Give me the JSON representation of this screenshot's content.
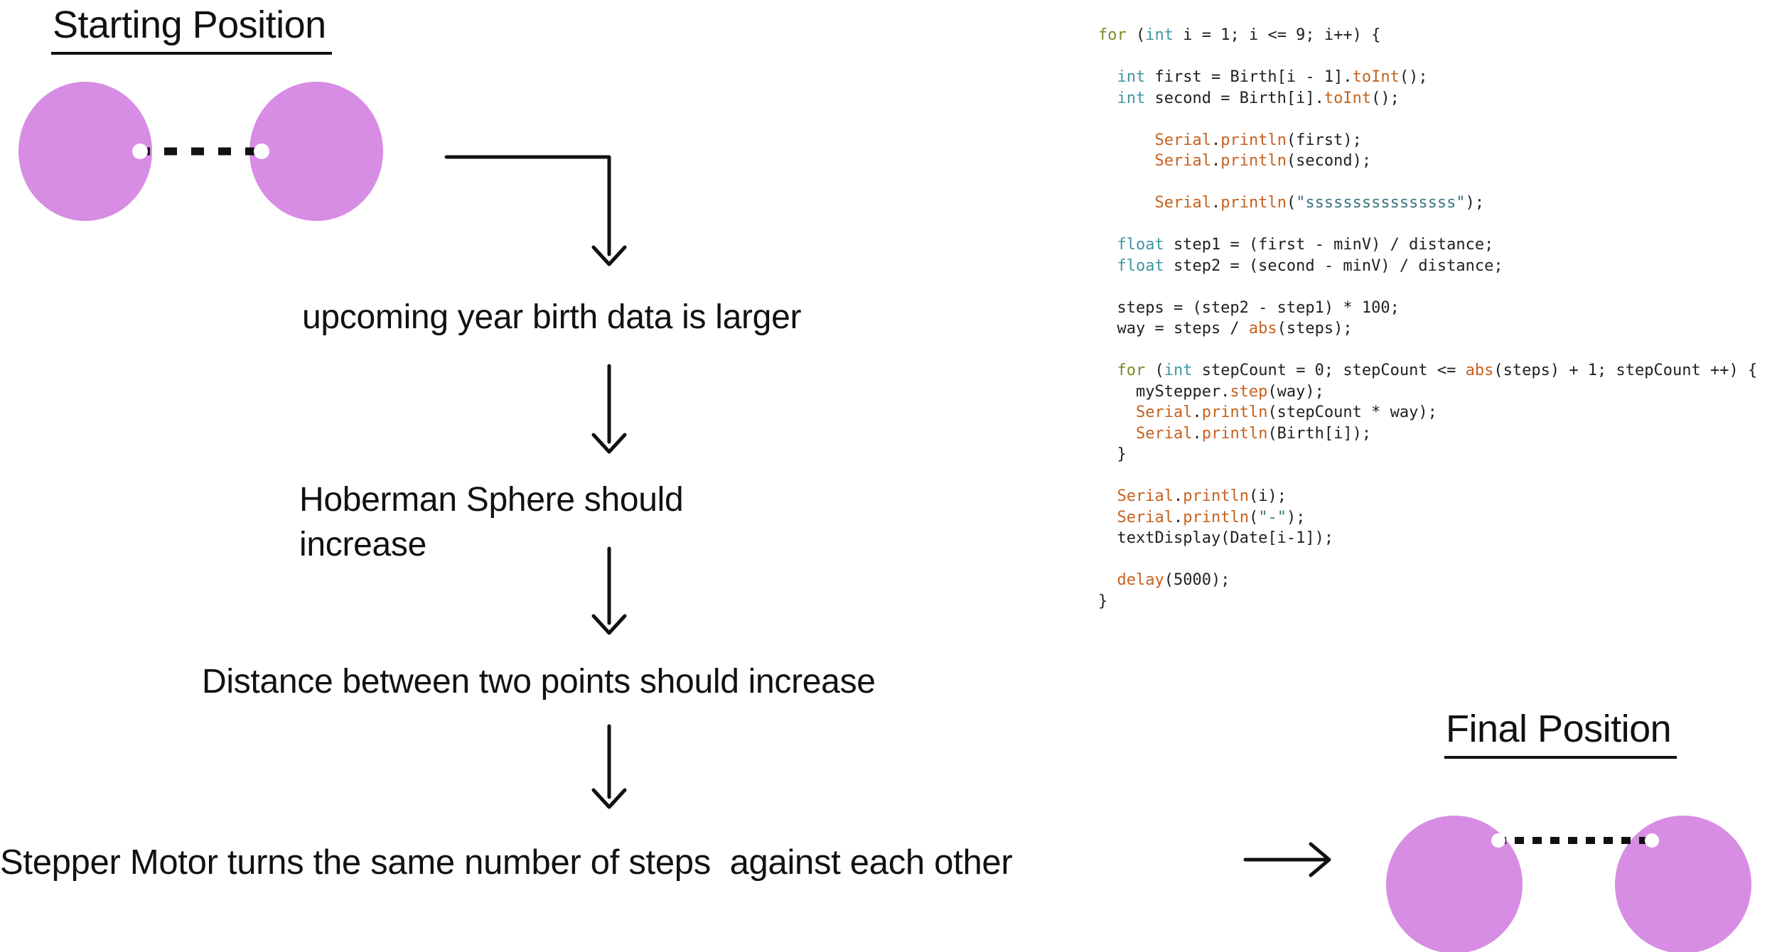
{
  "colors": {
    "sphere_fill": "#d78de3",
    "ink": "#111111",
    "code_default": "#1f1f1f",
    "code_keyword": "#7b8c22",
    "code_type": "#3f96a4",
    "code_function": "#c6611f",
    "code_string": "#39767f"
  },
  "diagram": {
    "start_title": "Starting Position",
    "final_title": "Final Position",
    "steps": [
      "upcoming year birth data is larger",
      "Hoberman Sphere should increase",
      "Distance between two points should increase",
      "Stepper Motor turns the same number of steps  against each other"
    ]
  },
  "code": {
    "lines": [
      [
        [
          "k",
          "for"
        ],
        [
          "d",
          " ("
        ],
        [
          "t",
          "int"
        ],
        [
          "d",
          " i = 1; i <= 9; i++) {"
        ]
      ],
      [],
      [
        [
          "d",
          "  "
        ],
        [
          "t",
          "int"
        ],
        [
          "d",
          " first = Birth[i - 1]."
        ],
        [
          "f",
          "toInt"
        ],
        [
          "d",
          "();"
        ]
      ],
      [
        [
          "d",
          "  "
        ],
        [
          "t",
          "int"
        ],
        [
          "d",
          " second = Birth[i]."
        ],
        [
          "f",
          "toInt"
        ],
        [
          "d",
          "();"
        ]
      ],
      [],
      [
        [
          "d",
          "      "
        ],
        [
          "f",
          "Serial"
        ],
        [
          "d",
          "."
        ],
        [
          "f",
          "println"
        ],
        [
          "d",
          "(first);"
        ]
      ],
      [
        [
          "d",
          "      "
        ],
        [
          "f",
          "Serial"
        ],
        [
          "d",
          "."
        ],
        [
          "f",
          "println"
        ],
        [
          "d",
          "(second);"
        ]
      ],
      [],
      [
        [
          "d",
          "      "
        ],
        [
          "f",
          "Serial"
        ],
        [
          "d",
          "."
        ],
        [
          "f",
          "println"
        ],
        [
          "d",
          "("
        ],
        [
          "s",
          "\"ssssssssssssssss\""
        ],
        [
          "d",
          ");"
        ]
      ],
      [],
      [
        [
          "d",
          "  "
        ],
        [
          "t",
          "float"
        ],
        [
          "d",
          " step1 = (first - minV) / distance;"
        ]
      ],
      [
        [
          "d",
          "  "
        ],
        [
          "t",
          "float"
        ],
        [
          "d",
          " step2 = (second - minV) / distance;"
        ]
      ],
      [],
      [
        [
          "d",
          "  steps = (step2 - step1) * 100;"
        ]
      ],
      [
        [
          "d",
          "  way = steps / "
        ],
        [
          "f",
          "abs"
        ],
        [
          "d",
          "(steps);"
        ]
      ],
      [],
      [
        [
          "d",
          "  "
        ],
        [
          "k",
          "for"
        ],
        [
          "d",
          " ("
        ],
        [
          "t",
          "int"
        ],
        [
          "d",
          " stepCount = 0; stepCount <= "
        ],
        [
          "f",
          "abs"
        ],
        [
          "d",
          "(steps) + 1; stepCount ++) {"
        ]
      ],
      [
        [
          "d",
          "    myStepper."
        ],
        [
          "f",
          "step"
        ],
        [
          "d",
          "(way);"
        ]
      ],
      [
        [
          "d",
          "    "
        ],
        [
          "f",
          "Serial"
        ],
        [
          "d",
          "."
        ],
        [
          "f",
          "println"
        ],
        [
          "d",
          "(stepCount * way);"
        ]
      ],
      [
        [
          "d",
          "    "
        ],
        [
          "f",
          "Serial"
        ],
        [
          "d",
          "."
        ],
        [
          "f",
          "println"
        ],
        [
          "d",
          "(Birth[i]);"
        ]
      ],
      [
        [
          "d",
          "  }"
        ]
      ],
      [],
      [
        [
          "d",
          "  "
        ],
        [
          "f",
          "Serial"
        ],
        [
          "d",
          "."
        ],
        [
          "f",
          "println"
        ],
        [
          "d",
          "(i);"
        ]
      ],
      [
        [
          "d",
          "  "
        ],
        [
          "f",
          "Serial"
        ],
        [
          "d",
          "."
        ],
        [
          "f",
          "println"
        ],
        [
          "d",
          "("
        ],
        [
          "s",
          "\"-\""
        ],
        [
          "d",
          ");"
        ]
      ],
      [
        [
          "d",
          "  textDisplay(Date[i-1]);"
        ]
      ],
      [],
      [
        [
          "d",
          "  "
        ],
        [
          "f",
          "delay"
        ],
        [
          "d",
          "(5000);"
        ]
      ],
      [
        [
          "d",
          "}"
        ]
      ]
    ]
  }
}
